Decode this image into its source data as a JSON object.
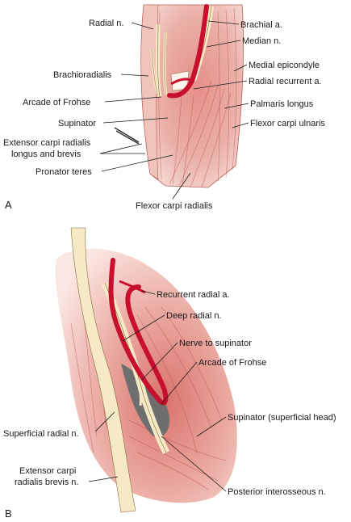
{
  "panel_a": {
    "letter": "A",
    "labels": {
      "radial_n": "Radial n.",
      "brachial_a": "Brachial a.",
      "median_n": "Median n.",
      "brachioradialis": "Brachioradialis",
      "medial_epicondyle": "Medial epicondyle",
      "radial_recurrent_a": "Radial recurrent a.",
      "arcade_of_frohse": "Arcade of Frohse",
      "palmaris_longus": "Palmaris longus",
      "supinator": "Supinator",
      "flexor_carpi_ulnaris": "Flexor carpi ulnaris",
      "ecrl_brevis_line1": "Extensor carpi radialis",
      "ecrl_brevis_line2": "longus and brevis",
      "pronator_teres": "Pronator teres",
      "flexor_carpi_radialis": "Flexor carpi radialis"
    }
  },
  "panel_b": {
    "letter": "B",
    "labels": {
      "recurrent_radial_a": "Recurrent radial a.",
      "deep_radial_n": "Deep radial n.",
      "nerve_to_supinator": "Nerve to supinator",
      "arcade_of_frohse": "Arcade of Frohse",
      "superficial_radial_n": "Superficial radial n.",
      "supinator_superficial_head": "Supinator (superficial head)",
      "ecrb_n_line1": "Extensor carpi",
      "ecrb_n_line2": "radialis brevis n.",
      "posterior_interosseous_n": "Posterior interosseous n."
    }
  },
  "colors": {
    "muscle_light": "#f3c9c2",
    "muscle_mid": "#e39a92",
    "muscle_dark": "#c9625a",
    "artery": "#c8102e",
    "nerve": "#f6e9c6",
    "shadow": "#6e6e6e"
  }
}
